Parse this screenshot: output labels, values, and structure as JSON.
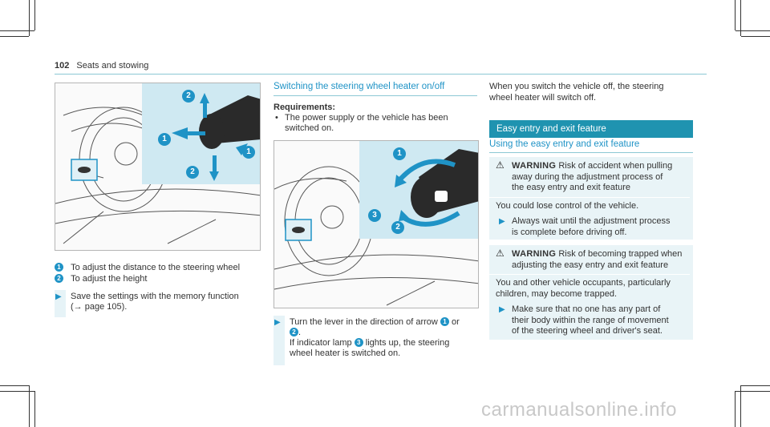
{
  "header": {
    "page_number": "102",
    "section": "Seats and stowing"
  },
  "col1": {
    "items": [
      {
        "num": "1",
        "text": "To adjust the distance to the steering wheel"
      },
      {
        "num": "2",
        "text": "To adjust the height"
      }
    ],
    "step_line1": "Save the settings with the memory function",
    "step_line2": "(→ page 105)."
  },
  "col2": {
    "heading": "Switching the steering wheel heater on/off",
    "req_title": "Requirements:",
    "req_line1": "The power supply or the vehicle has been",
    "req_line2": "switched on.",
    "step_pre": "Turn the lever in the direction of arrow",
    "step_num1": "1",
    "step_or": "or",
    "step_num2": "2",
    "step_dot": ".",
    "step_if": "If indicator lamp",
    "step_num3": "3",
    "step_light": "lights up, the steering",
    "step_end": "wheel heater is switched on."
  },
  "col3": {
    "intro_line1": "When you switch the vehicle off, the steering",
    "intro_line2": "wheel heater will switch off.",
    "bar_title": "Easy entry and exit feature",
    "sub_heading": "Using the easy entry and exit feature",
    "warning1": {
      "label": "WARNING",
      "l1": "Risk of accident when pulling",
      "l2": "away during the adjustment process of",
      "l3": "the easy entry and exit feature",
      "body": "You could lose control of the vehicle.",
      "s1": "Always wait until the adjustment process",
      "s2": "is complete before driving off."
    },
    "warning2": {
      "label": "WARNING",
      "l1": "Risk of becoming trapped when",
      "l2": "adjusting the easy entry and exit feature",
      "body1": "You and other vehicle occupants, particularly",
      "body2": "children, may become trapped.",
      "s1": "Make sure that no one has any part of",
      "s2": "their body within the range of movement",
      "s3": "of the steering wheel and driver's seat."
    }
  },
  "fig1_labels": [
    "2",
    "1",
    "1",
    "2"
  ],
  "fig2_labels": [
    "1",
    "3",
    "2"
  ],
  "footer": {
    "watermark": "carmanualsonline.info"
  }
}
